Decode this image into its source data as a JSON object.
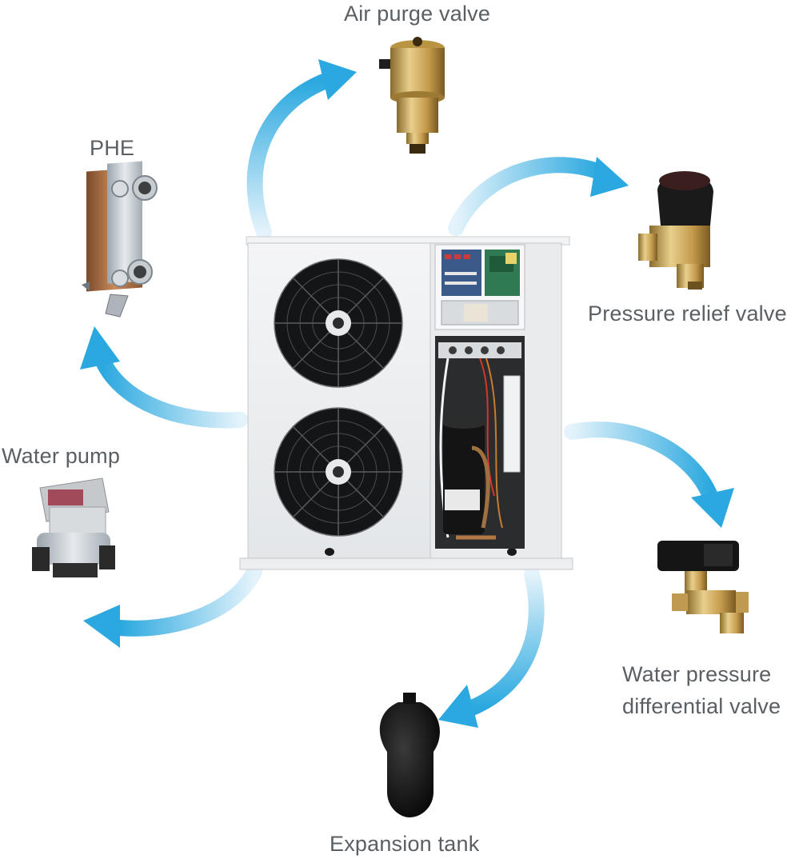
{
  "labels": {
    "air_purge_valve": "Air purge valve",
    "phe": "PHE",
    "pressure_relief_valve": "Pressure relief valve",
    "water_pump": "Water pump",
    "water_pressure_differential_valve_line1": "Water pressure",
    "water_pressure_differential_valve_line2": "differential valve",
    "expansion_tank": "Expansion tank"
  },
  "colors": {
    "arrow_light": "#d6eef9",
    "arrow_dark": "#29a9df",
    "unit_body": "#eef0f1",
    "fan_black": "#121314",
    "brass": "#c9a25a"
  },
  "icons": {
    "center": "heat-pump-unit",
    "components": [
      "air-purge-valve-icon",
      "phe-icon",
      "pressure-relief-valve-icon",
      "water-pump-icon",
      "water-pressure-differential-valve-icon",
      "expansion-tank-icon"
    ]
  }
}
